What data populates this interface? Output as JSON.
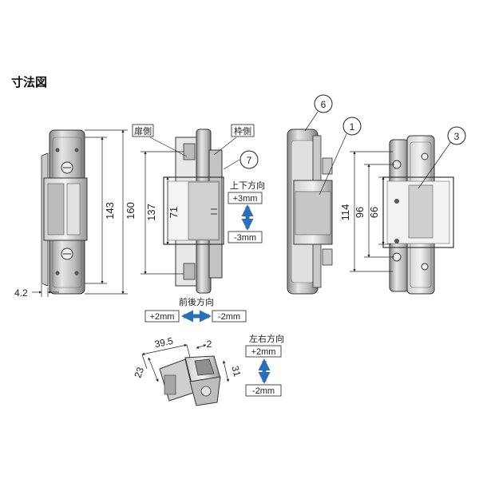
{
  "title": "寸法図",
  "labels": {
    "door_side": "扉側",
    "frame_side": "枠側",
    "vertical": "上下方向",
    "front_back": "前後方向",
    "left_right": "左右方向"
  },
  "adjust": {
    "vertical_plus": "+3mm",
    "vertical_minus": "-3mm",
    "frontback_plus": "+2mm",
    "frontback_minus": "-2mm",
    "leftright_plus": "+2mm",
    "leftright_minus": "-2mm"
  },
  "dims": {
    "d143": "143",
    "d160": "160",
    "d4_2": "4.2",
    "d137": "137",
    "d71": "71",
    "d114": "114",
    "d96": "96",
    "d66": "66",
    "d39_5": "39.5",
    "d23": "23",
    "d2": "2",
    "d31": "31"
  },
  "callouts": {
    "c1": "1",
    "c3": "3",
    "c6": "6",
    "c7": "7"
  },
  "colors": {
    "arrow_blue": "#2a6fb7",
    "line": "#222222",
    "part_light": "#d9d9d9",
    "part_mid": "#a8a8a8",
    "part_dark": "#555555"
  }
}
